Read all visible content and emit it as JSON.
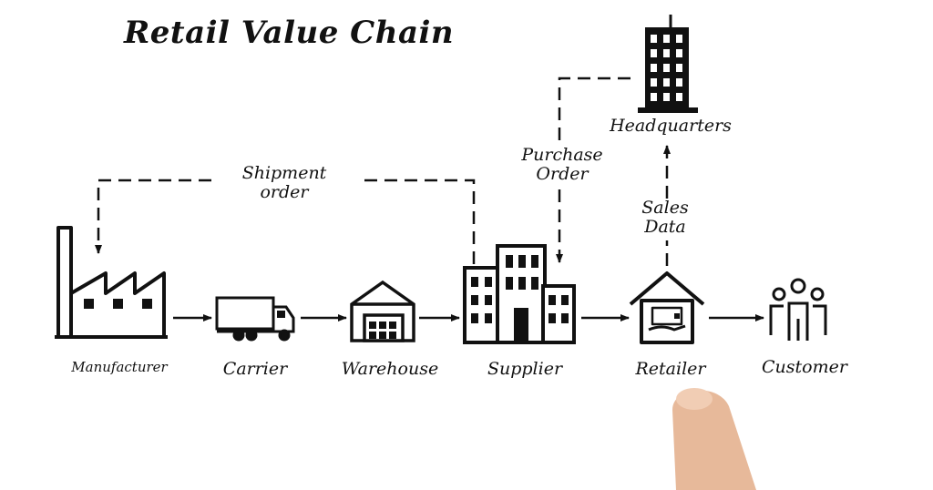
{
  "title": "Retail Value Chain",
  "nodes": {
    "manufacturer": "Manufacturer",
    "carrier": "Carrier",
    "warehouse": "Warehouse",
    "supplier": "Supplier",
    "retailer": "Retailer",
    "customer": "Customer",
    "headquarters": "Headquarters"
  },
  "flows": {
    "shipment_order": [
      "Shipment",
      "order"
    ],
    "purchase_order": [
      "Purchase",
      "Order"
    ],
    "sales_data": [
      "Sales",
      "Data"
    ]
  },
  "colors": {
    "ink": "#111111",
    "skin": "#e7b99a",
    "background": "#ffffff"
  }
}
